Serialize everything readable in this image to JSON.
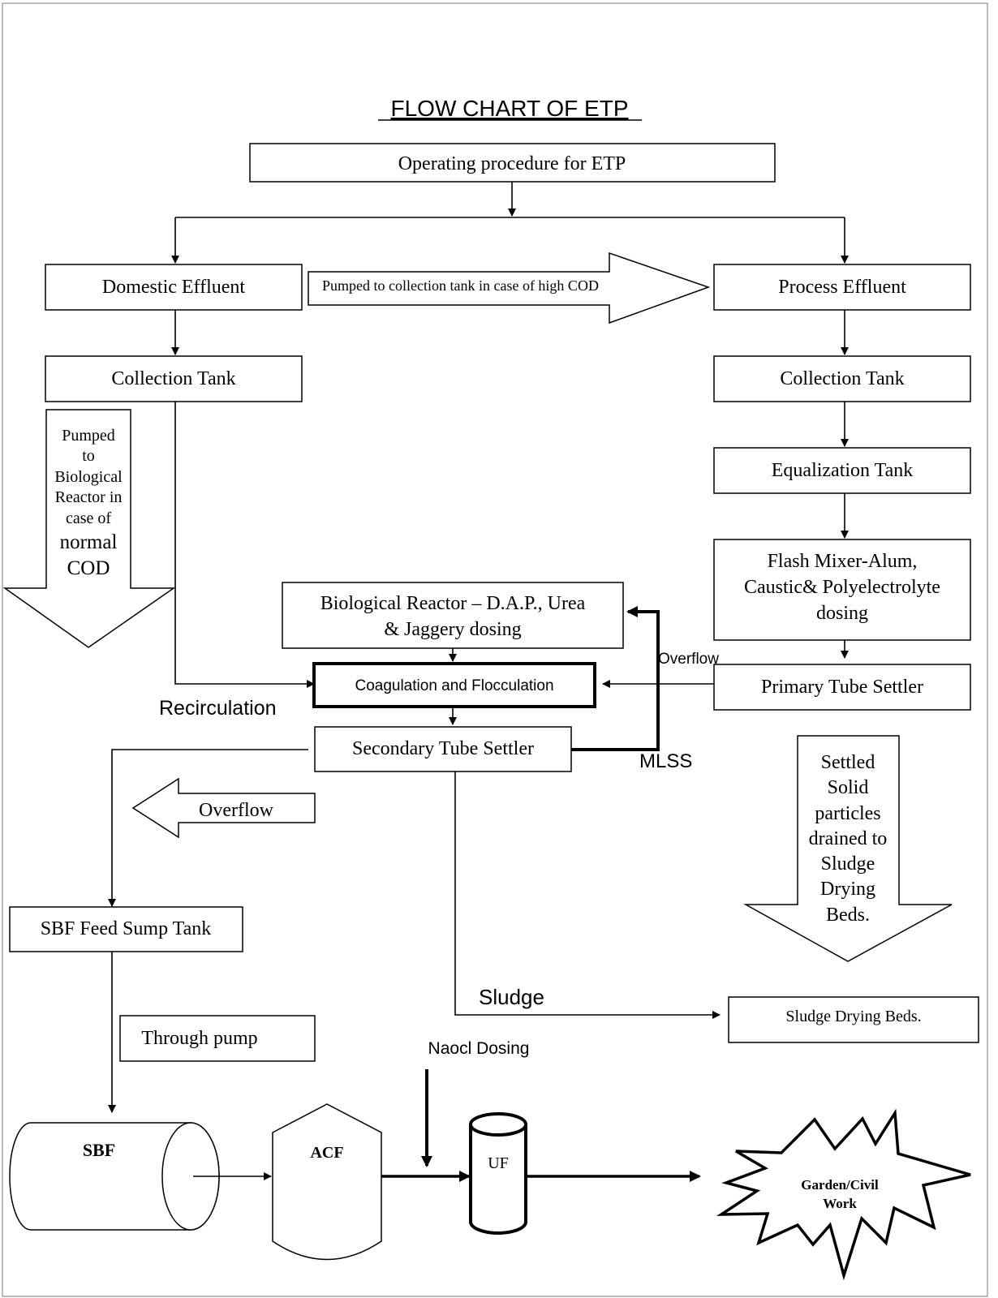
{
  "title": "FLOW CHART OF ETP",
  "nodes": {
    "operating": "Operating procedure for ETP",
    "domestic": "Domestic Effluent",
    "pumped_cod": "Pumped to collection tank in case of high COD",
    "process": "Process Effluent",
    "collection_left": "Collection Tank",
    "collection_right": "Collection Tank",
    "equalization": "Equalization Tank",
    "flash": [
      "Flash Mixer-Alum,",
      "Caustic& Polyelectrolyte",
      "dosing"
    ],
    "bio_reactor": [
      "Biological Reactor – D.A.P., Urea",
      "& Jaggery dosing"
    ],
    "pumped_bio": [
      "Pumped",
      "to",
      "Biological",
      "Reactor in",
      "case of",
      "normal",
      "COD"
    ],
    "overflow_primary": "Overflow",
    "coagulation": "Coagulation and Flocculation",
    "primary_settler": "Primary Tube Settler",
    "recirculation": "Recirculation",
    "secondary_settler": "Secondary Tube Settler",
    "mlss": "MLSS",
    "settled_solids": [
      "Settled",
      "Solid",
      "particles",
      "drained to",
      "Sludge",
      "Drying",
      "Beds."
    ],
    "overflow_secondary": "Overflow",
    "sbf_feed": "SBF Feed Sump Tank",
    "sludge": "Sludge",
    "sludge_beds": "Sludge Drying Beds.",
    "through_pump": "Through pump",
    "naocl": "Naocl Dosing",
    "sbf": "SBF",
    "acf": "ACF",
    "uf": "UF",
    "garden": [
      "Garden/Civil",
      "Work"
    ]
  }
}
